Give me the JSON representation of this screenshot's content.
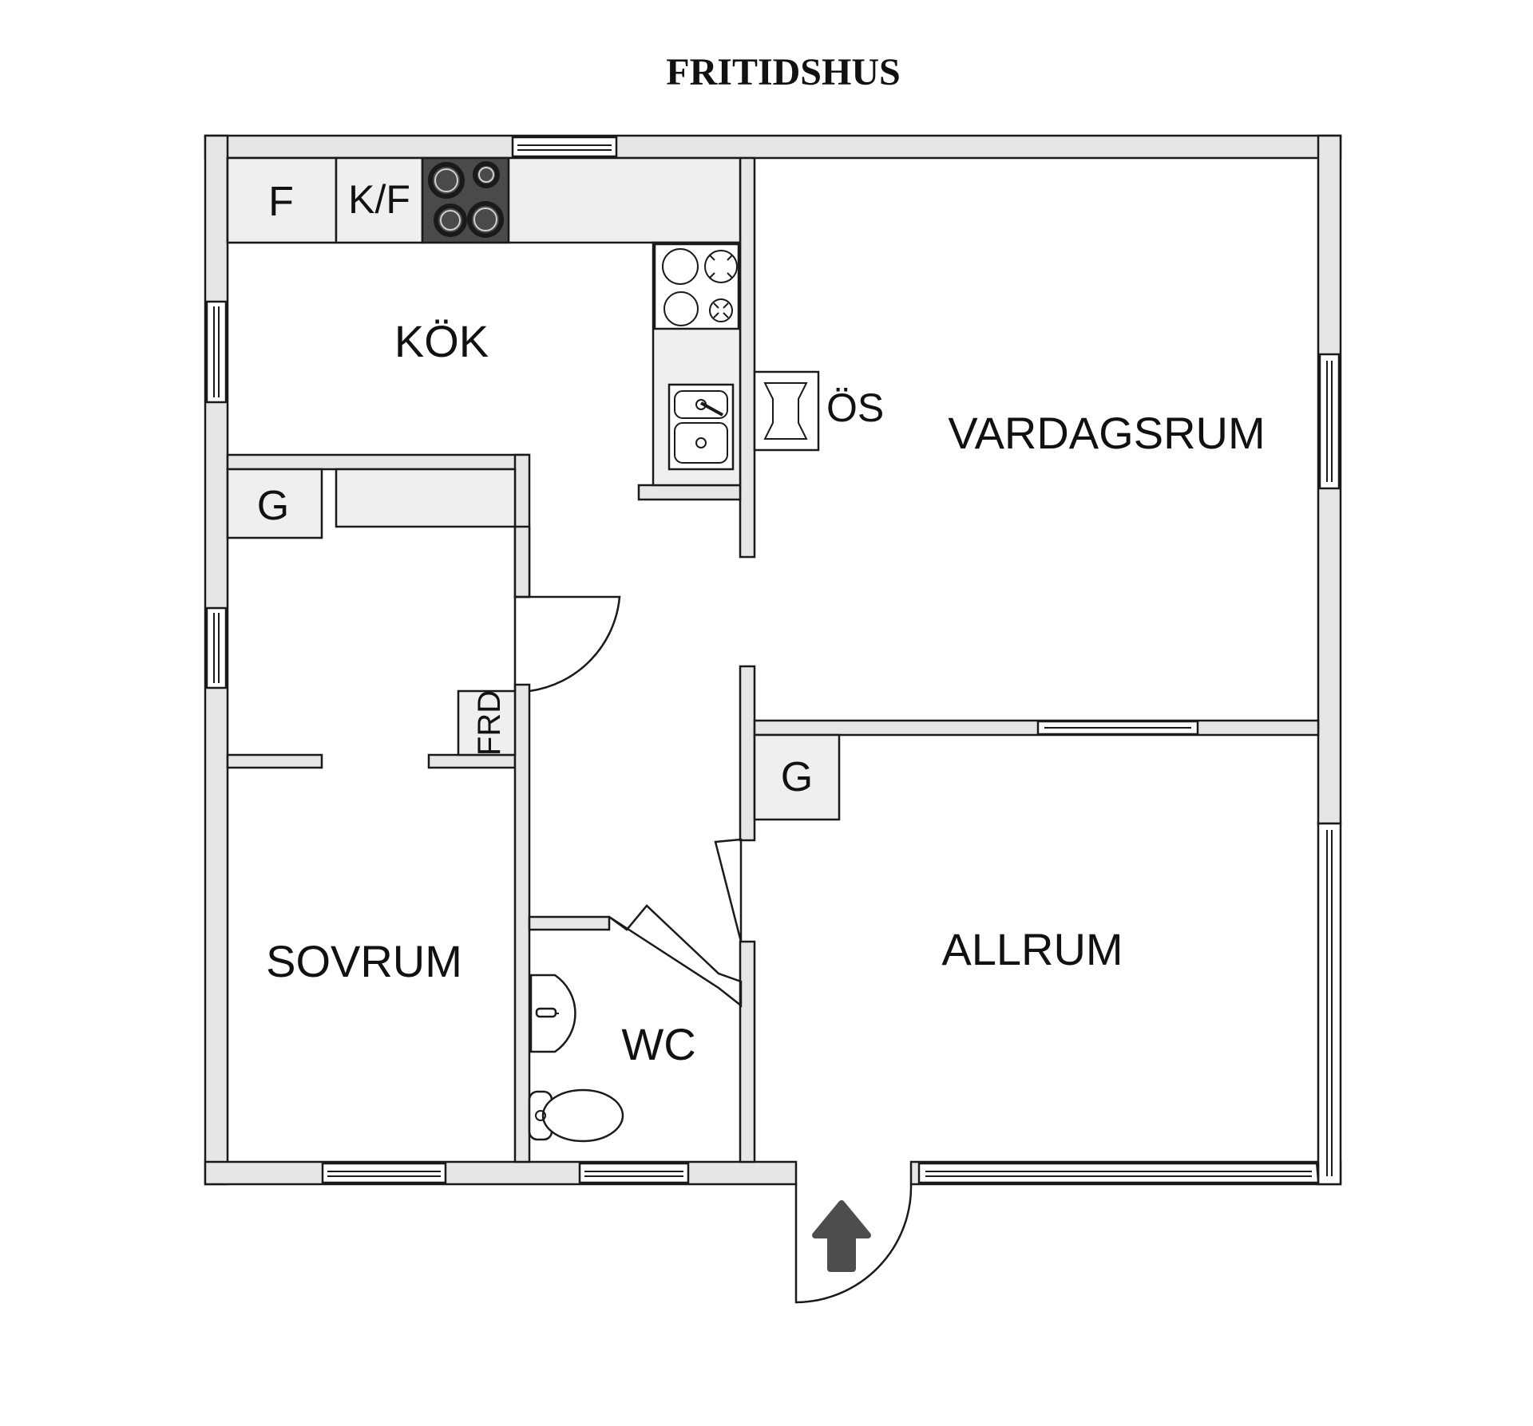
{
  "title": "FRITIDSHUS",
  "rooms": {
    "kitchen": "KÖK",
    "living_room": "VARDAGSRUM",
    "bedroom": "SOVRUM",
    "family_room": "ALLRUM",
    "wc": "WC"
  },
  "fixtures": {
    "freezer": "F",
    "fridge_freezer": "K/F",
    "fireplace": "ÖS",
    "wardrobe_hall": "G",
    "wardrobe_allrum": "G",
    "storage": "FRD"
  },
  "colors": {
    "wall_fill": "#e6e6e6",
    "line": "#1a1a1a",
    "entrance_arrow": "#4d4d4d",
    "cooktop": "#4a4a4a"
  },
  "icons": [
    "entrance-arrow-icon",
    "cooktop-icon",
    "sink-icon",
    "toilet-icon",
    "washbasin-icon"
  ]
}
